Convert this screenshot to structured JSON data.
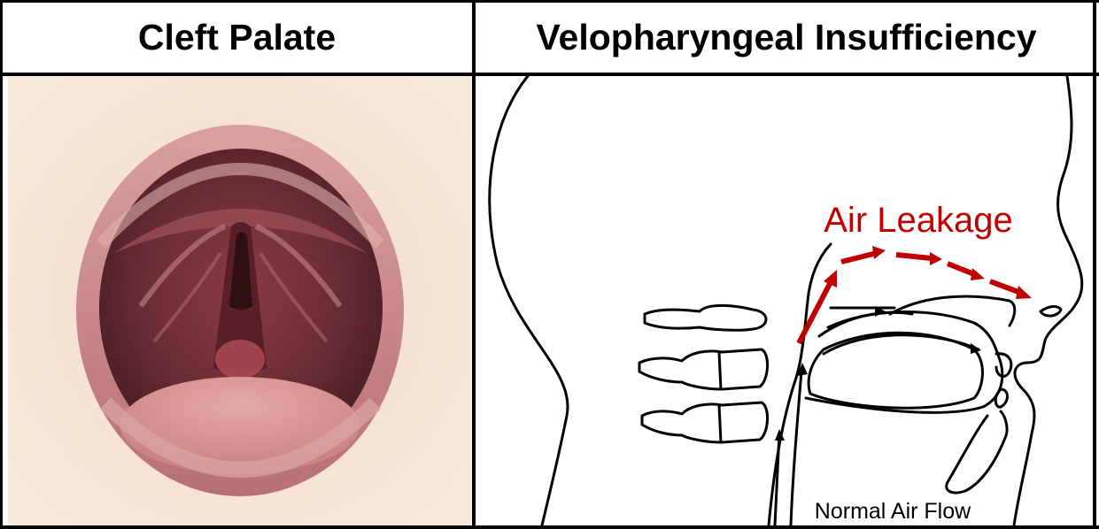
{
  "header": {
    "left_title": "Cleft Palate",
    "right_title": "Velopharyngeal Insufficiency"
  },
  "diagram": {
    "air_leakage_label": "Air Leakage",
    "normal_air_flow_label": "Normal Air Flow"
  },
  "colors": {
    "leak_red": "#c00000",
    "line": "#000000",
    "skin": "#f6e1d0",
    "lip": "#cc8a8c",
    "mouth_dark": "#6b2e34",
    "tongue": "#d99c98"
  }
}
